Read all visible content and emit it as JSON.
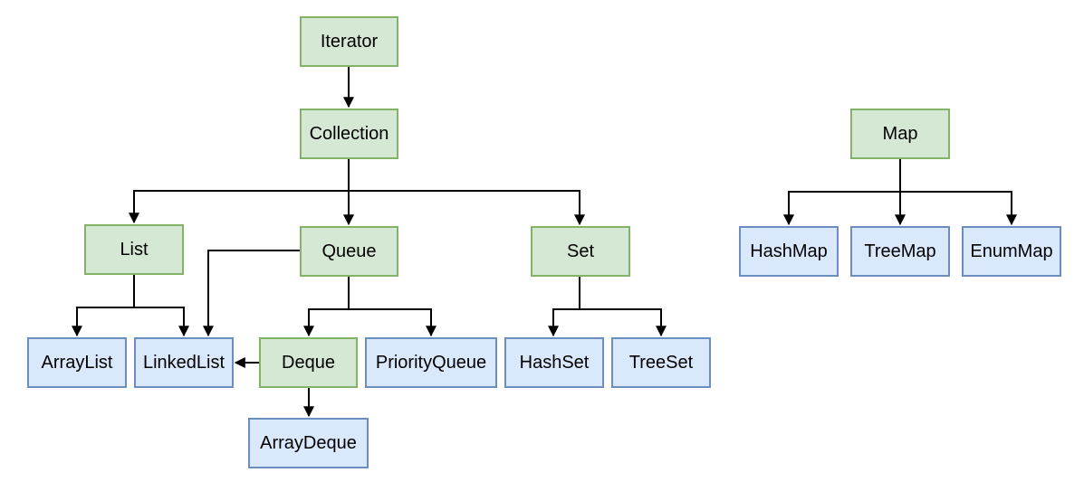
{
  "colors": {
    "interface_fill": "#d5e8d4",
    "interface_border": "#82b366",
    "class_fill": "#dae8fc",
    "class_border": "#6c8ebf",
    "edge": "#000000"
  },
  "nodes": {
    "iterator": "Iterator",
    "collection": "Collection",
    "list": "List",
    "queue": "Queue",
    "set": "Set",
    "map": "Map",
    "arraylist": "ArrayList",
    "linkedlist": "LinkedList",
    "deque": "Deque",
    "priorityqueue": "PriorityQueue",
    "hashset": "HashSet",
    "treeset": "TreeSet",
    "arraydeque": "ArrayDeque",
    "hashmap": "HashMap",
    "treemap": "TreeMap",
    "enummap": "EnumMap"
  },
  "edges": [
    {
      "from": "Iterator",
      "to": "Collection"
    },
    {
      "from": "Collection",
      "to": "List"
    },
    {
      "from": "Collection",
      "to": "Queue"
    },
    {
      "from": "Collection",
      "to": "Set"
    },
    {
      "from": "List",
      "to": "ArrayList"
    },
    {
      "from": "List",
      "to": "LinkedList"
    },
    {
      "from": "Queue",
      "to": "LinkedList"
    },
    {
      "from": "Queue",
      "to": "Deque"
    },
    {
      "from": "Queue",
      "to": "PriorityQueue"
    },
    {
      "from": "Deque",
      "to": "LinkedList"
    },
    {
      "from": "Deque",
      "to": "ArrayDeque"
    },
    {
      "from": "Set",
      "to": "HashSet"
    },
    {
      "from": "Set",
      "to": "TreeSet"
    },
    {
      "from": "Map",
      "to": "HashMap"
    },
    {
      "from": "Map",
      "to": "TreeMap"
    },
    {
      "from": "Map",
      "to": "EnumMap"
    }
  ]
}
